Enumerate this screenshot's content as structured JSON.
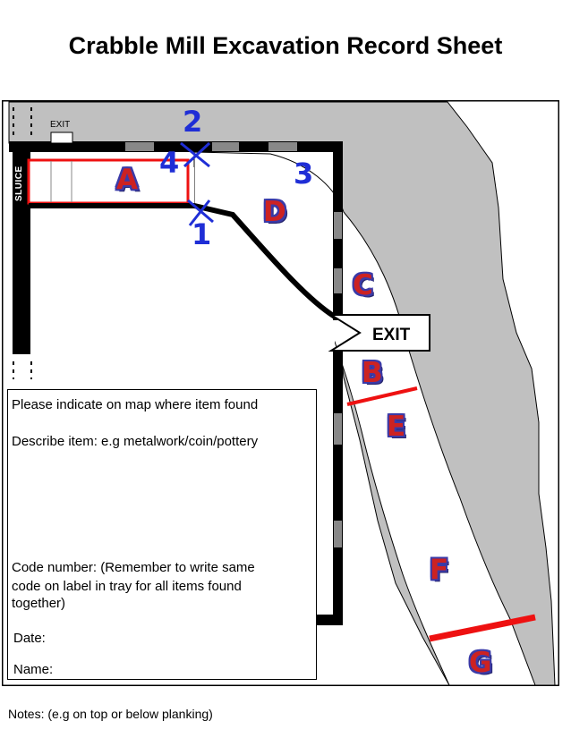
{
  "title": "Crabble Mill Excavation Record Sheet",
  "map": {
    "exit_top_label": "EXIT",
    "sluice_label": "SLUICE",
    "exit_sign_label": "EXIT",
    "area_labels": [
      "A",
      "B",
      "C",
      "D",
      "E",
      "F",
      "G"
    ],
    "marker_numbers": [
      "1",
      "2",
      "3",
      "4"
    ]
  },
  "form": {
    "indicate_text": "Please indicate on map where item found",
    "describe_text": "Describe item: e.g metalwork/coin/pottery",
    "code_text_line1": "Code number: (Remember to write same",
    "code_text_line2": "code on label in tray for all items found",
    "code_text_line3": "together)",
    "date_label": "Date:",
    "name_label": "Name:"
  },
  "notes_label": "Notes: (e.g on top or below planking)",
  "colors": {
    "area_fill": "#cc2222",
    "area_outline": "#3a3aa8",
    "marker_blue": "#1f2ed6",
    "river_grey": "#c0c0c0",
    "wall_black": "#000000",
    "highlight_red": "#ee1111"
  }
}
